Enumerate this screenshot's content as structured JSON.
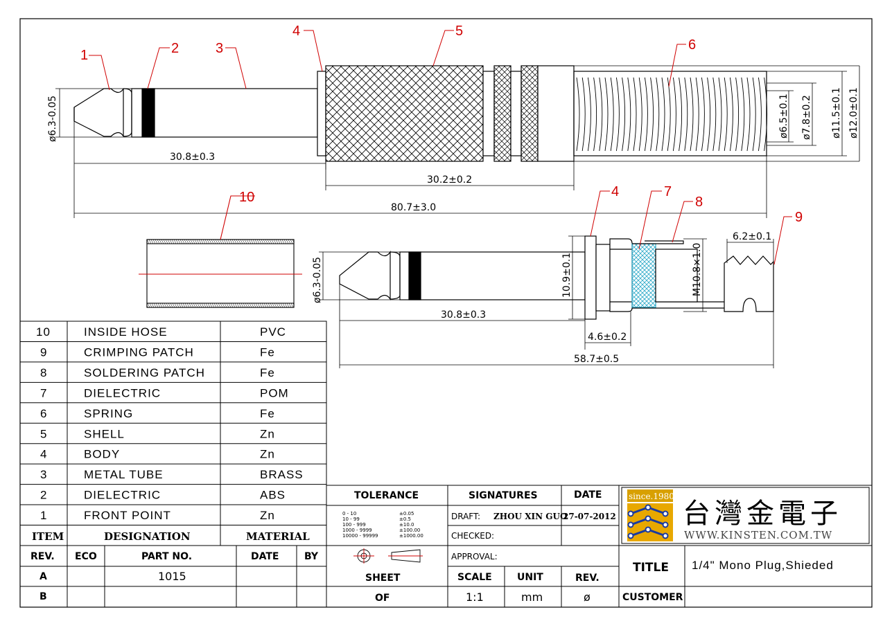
{
  "callouts": [
    "1",
    "2",
    "3",
    "4",
    "5",
    "6",
    "4",
    "7",
    "8",
    "9",
    "10"
  ],
  "dimensions": {
    "d_tip_top": "ø6.3-0.05",
    "l_tip_top": "30.8±0.3",
    "l_shell": "30.2±0.2",
    "l_total_top": "80.7±3.0",
    "d_spring_in": "ø6.5±0.1",
    "d_spring_mid": "ø7.8±0.2",
    "d_shell_in": "ø11.5±0.1",
    "d_shell_out": "ø12.0±0.1",
    "d_tip_bot": "ø6.3-0.05",
    "l_tip_bot": "30.8±0.3",
    "d_flange": "10.9±0.1",
    "l_thread": "4.6±0.2",
    "thread": "M10.8×1.0",
    "l_crimp": "6.2±0.1",
    "l_total_bot": "58.7±0.5"
  },
  "bom": {
    "rows": [
      {
        "item": "10",
        "designation": "INSIDE HOSE",
        "material": "PVC"
      },
      {
        "item": "9",
        "designation": "CRIMPING PATCH",
        "material": "Fe"
      },
      {
        "item": "8",
        "designation": "SOLDERING PATCH",
        "material": "Fe"
      },
      {
        "item": "7",
        "designation": "DIELECTRIC",
        "material": "POM"
      },
      {
        "item": "6",
        "designation": "SPRING",
        "material": "Fe"
      },
      {
        "item": "5",
        "designation": "SHELL",
        "material": "Zn"
      },
      {
        "item": "4",
        "designation": "BODY",
        "material": "Zn"
      },
      {
        "item": "3",
        "designation": "METAL TUBE",
        "material": "BRASS"
      },
      {
        "item": "2",
        "designation": "DIELECTRIC",
        "material": "ABS"
      },
      {
        "item": "1",
        "designation": "FRONT POINT",
        "material": "Zn"
      }
    ],
    "header": {
      "item": "ITEM",
      "designation": "DESIGNATION",
      "material": "MATERIAL"
    }
  },
  "revision": {
    "headers": {
      "rev": "REV.",
      "eco": "ECO",
      "part_no": "PART NO.",
      "date": "DATE",
      "by": "BY"
    },
    "rows": [
      {
        "rev": "A",
        "eco": "",
        "part_no": "1015",
        "date": "",
        "by": ""
      },
      {
        "rev": "B",
        "eco": "",
        "part_no": "",
        "date": "",
        "by": ""
      }
    ]
  },
  "tolerance": {
    "title": "TOLERANCE",
    "ranges": [
      "0 - 10",
      "10 - 99",
      "100 - 999",
      "1000 - 9999",
      "10000 - 99999"
    ],
    "values": [
      "±0.05",
      "±0.5",
      "±10.0",
      "±100.00",
      "±1000.00"
    ]
  },
  "signatures": {
    "title": "SIGNATURES",
    "date_title": "DATE",
    "draft_label": "DRAFT:",
    "draft_name": "ZHOU XIN GUO",
    "draft_date": "27-07-2012",
    "checked_label": "CHECKED:",
    "approval_label": "APPROVAL:"
  },
  "sheet": {
    "sheet_label": "SHEET",
    "of_label": "OF",
    "scale_label": "SCALE",
    "scale_value": "1:1",
    "unit_label": "UNIT",
    "unit_value": "mm",
    "rev_label": "REV.",
    "rev_value": "ø"
  },
  "company": {
    "since": "since.1980",
    "name": "台灣金電子",
    "url": "WWW.KINSTEN.COM.TW",
    "logo_icon": "circuit-logo-icon"
  },
  "title_block": {
    "title_label": "TITLE",
    "title_value": "1/4\"  Mono Plug,Shieded",
    "customer_label": "CUSTOMER",
    "customer_value": ""
  },
  "colors": {
    "callout": "#d00000",
    "centerline": "#d00000",
    "dielectric": "#2aa8c8"
  }
}
